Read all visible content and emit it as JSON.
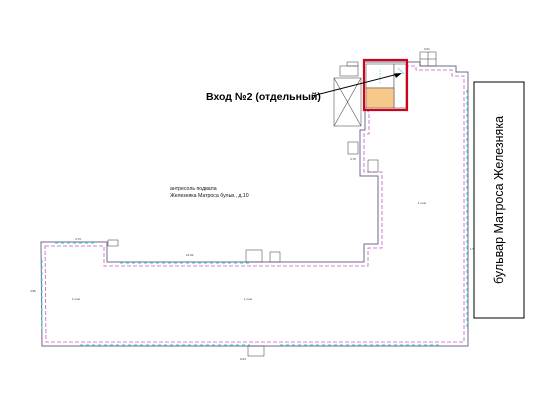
{
  "colors": {
    "highlight": "#d0021b",
    "outer_wall": "#6b6b8a",
    "inner_wall": "#c45ac4",
    "cyan_mark": "#4fd6e0",
    "entrance_fill": "#f6c88a"
  },
  "annotation": {
    "entrance_label": "Вход №2 (отдельный)"
  },
  "plan_note": {
    "line1": "антресоль подвала",
    "line2": "Железняка Матроса бульв., д.10"
  },
  "street": {
    "name": "бульвар Матроса Железняка"
  },
  "rooms": {
    "room_left": "1 пом",
    "room_center": "1 пом",
    "room_right": "1 пом"
  },
  "dimensions": {
    "d_top": "4.73",
    "d_top_right": "3.61",
    "d_right_long": "1.56",
    "d_left": "4.95",
    "d_bottom_left": "6.04",
    "d_mid": "14.92",
    "d_right_mid": "4.76"
  }
}
